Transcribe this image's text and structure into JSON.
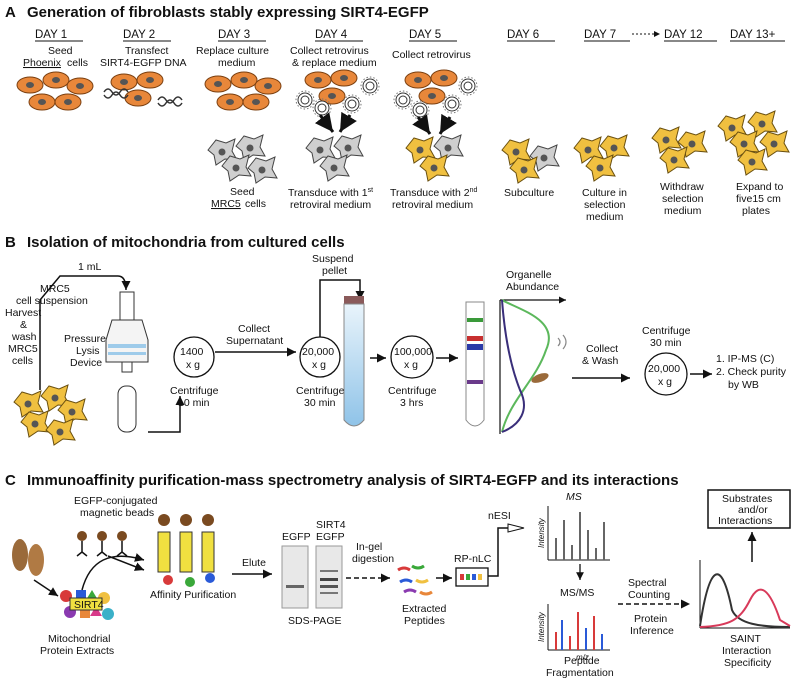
{
  "panel_a": {
    "letter": "A",
    "title": "Generation of fibroblasts stably expressing SIRT4-EGFP",
    "days": [
      "DAY 1",
      "DAY 2",
      "DAY 3",
      "DAY 4",
      "DAY 5",
      "DAY 6",
      "DAY 7",
      "DAY 12",
      "DAY 13+"
    ],
    "top_labels": {
      "seed_1": "Seed",
      "seed_2": "Phoenix",
      "seed_3": "cells",
      "transfect_1": "Transfect",
      "transfect_2": "SIRT4-EGFP DNA",
      "replace_1": "Replace culture",
      "replace_2": "medium",
      "collect4_1": "Collect retrovirus",
      "collect4_2": "& replace medium",
      "collect5": "Collect retrovirus"
    },
    "bottom_labels": {
      "seed_mrc5_1": "Seed",
      "seed_mrc5_2": "MRC5",
      "seed_mrc5_3": "cells",
      "transduce1_1": "Transduce with 1",
      "transduce1_sup": "st",
      "transduce1_2": "retroviral medium",
      "transduce2_1": "Transduce with 2",
      "transduce2_sup": "nd",
      "transduce2_2": "retroviral medium",
      "subculture": "Subculture",
      "culture_1": "Culture in",
      "culture_2": "selection",
      "culture_3": "medium",
      "withdraw_1": "Withdraw",
      "withdraw_2": "selection",
      "withdraw_3": "medium",
      "expand_1": "Expand to",
      "expand_2": "five15 cm",
      "expand_3": "plates"
    }
  },
  "panel_b": {
    "letter": "B",
    "title": "Isolation of mitochondria from cultured cells",
    "one_ml": "1 mL",
    "mrc5_susp_1": "MRC5",
    "mrc5_susp_2": "cell suspension",
    "harvest": [
      "Harvest",
      "&",
      "wash",
      "MRC5",
      "cells"
    ],
    "pressure": [
      "Pressure",
      "Lysis",
      "Device"
    ],
    "c1_speed": "1400",
    "xg": "x g",
    "centrifuge": "Centrifuge",
    "c1_time": "10 min",
    "collect_sup_1": "Collect",
    "collect_sup_2": "Supernatant",
    "suspend_1": "Suspend",
    "suspend_2": "pellet",
    "c2_speed": "20,000",
    "c2_time": "30 min",
    "c3_speed": "100,000",
    "c3_time": "3 hrs",
    "organelle_1": "Organelle",
    "organelle_2": "Abundance",
    "collect_wash_1": "Collect",
    "collect_wash_2": "& Wash",
    "c4_speed": "20,000",
    "c4_time": "30 min",
    "result_1": "1. IP-MS (C)",
    "result_2": "2. Check purity",
    "result_3": "by WB"
  },
  "panel_c": {
    "letter": "C",
    "title": "Immunoaffinity purification-mass spectrometry analysis of SIRT4-EGFP and its interactions",
    "beads_1": "EGFP-conjugated",
    "beads_2": "magnetic beads",
    "sirt4": "SIRT4",
    "mito_1": "Mitochondrial",
    "mito_2": "Protein Extracts",
    "affinity": "Affinity Purification",
    "elute": "Elute",
    "egfp": "EGFP",
    "sirt4_egfp_1": "SIRT4",
    "sirt4_egfp_2": "EGFP",
    "sds": "SDS-PAGE",
    "ingel_1": "In-gel",
    "ingel_2": "digestion",
    "extracted_1": "Extracted",
    "extracted_2": "Peptides",
    "rpnlc": "RP-nLC",
    "nesi": "nESI",
    "ms": "MS",
    "msms": "MS/MS",
    "intensity": "Intensity",
    "mz": "m/z",
    "pepfrag_1": "Peptide",
    "pepfrag_2": "Fragmentation",
    "spectral_1": "Spectral",
    "spectral_2": "Counting",
    "protinf_1": "Protein",
    "protinf_2": "Inference",
    "saint_1": "SAINT",
    "saint_2": "Interaction",
    "saint_3": "Specificity",
    "substrates_1": "Substrates",
    "substrates_2": "and/or",
    "substrates_3": "Interactions"
  },
  "colors": {
    "orange_cell": "#e8873a",
    "yellow_cell": "#f0c040",
    "gray_cell": "#c8c8c8",
    "tube_blue": "#9ecbea",
    "green_curve": "#5cb85c",
    "purple_curve": "#3a2f7a",
    "mito": "#9a6a3a"
  }
}
